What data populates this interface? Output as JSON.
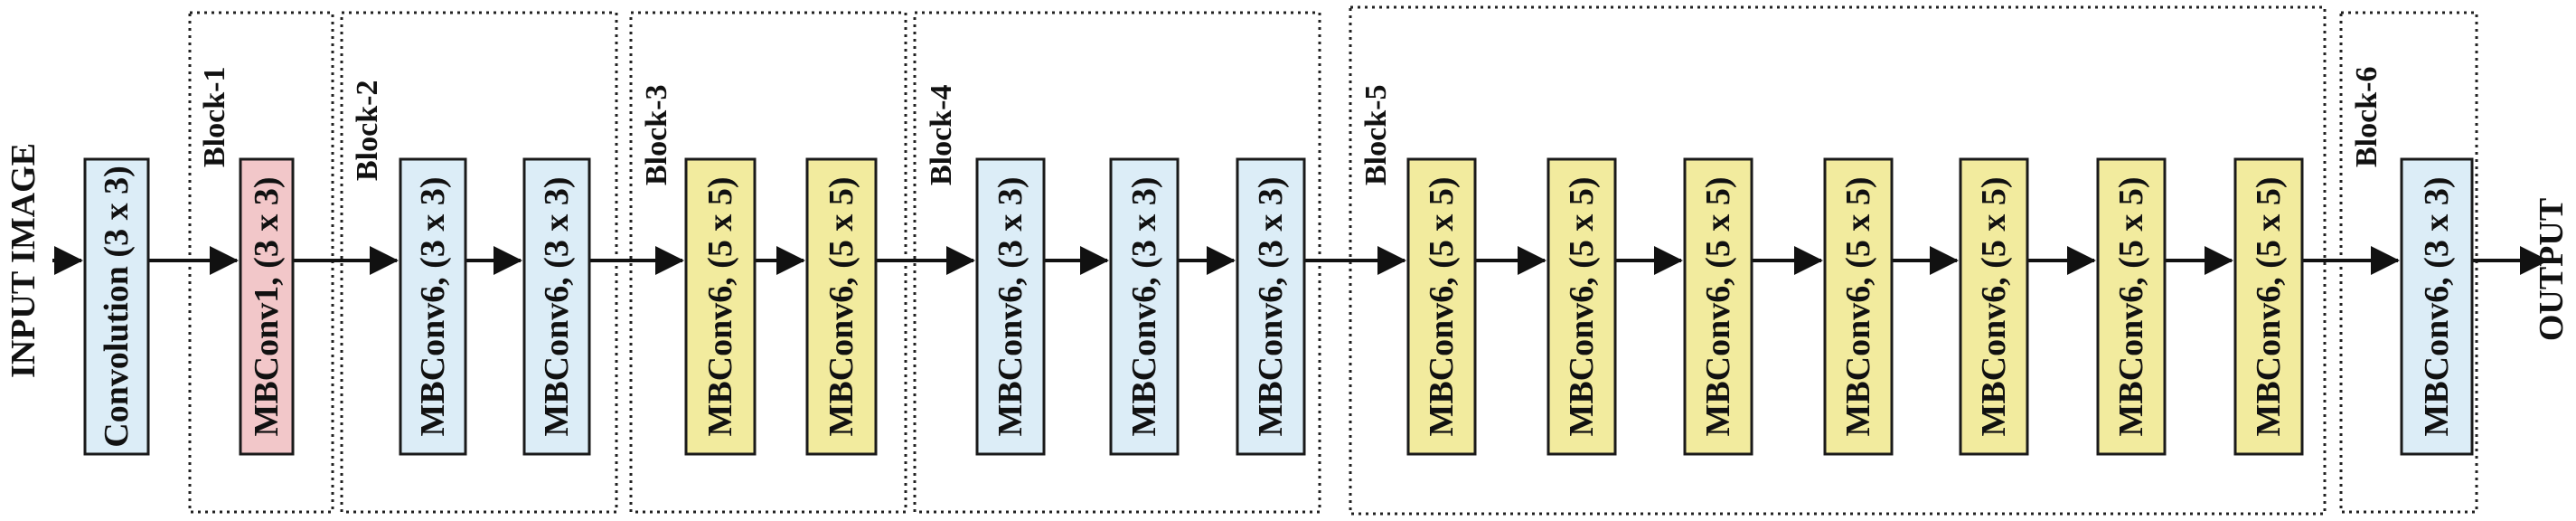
{
  "colors": {
    "blue": "#dcedf7",
    "pink": "#f2c7c9",
    "yellow": "#f2eb9e"
  },
  "input_label": "INPUT IMAGE",
  "output_label": "OUTPUT",
  "layers": [
    {
      "label": "Convolution (3 x 3)",
      "color": "blue"
    },
    {
      "label": "MBConv1, (3 x 3)",
      "color": "pink"
    },
    {
      "label": "MBConv6, (3 x 3)",
      "color": "blue"
    },
    {
      "label": "MBConv6, (3 x 3)",
      "color": "blue"
    },
    {
      "label": "MBConv6, (5 x 5)",
      "color": "yellow"
    },
    {
      "label": "MBConv6, (5 x 5)",
      "color": "yellow"
    },
    {
      "label": "MBConv6, (3 x 3)",
      "color": "blue"
    },
    {
      "label": "MBConv6, (3 x 3)",
      "color": "blue"
    },
    {
      "label": "MBConv6, (3 x 3)",
      "color": "blue"
    },
    {
      "label": "MBConv6, (5 x 5)",
      "color": "yellow"
    },
    {
      "label": "MBConv6, (5 x 5)",
      "color": "yellow"
    },
    {
      "label": "MBConv6, (5 x 5)",
      "color": "yellow"
    },
    {
      "label": "MBConv6, (5 x 5)",
      "color": "yellow"
    },
    {
      "label": "MBConv6, (5 x 5)",
      "color": "yellow"
    },
    {
      "label": "MBConv6, (5 x 5)",
      "color": "yellow"
    },
    {
      "label": "MBConv6, (5 x 5)",
      "color": "yellow"
    },
    {
      "label": "MBConv6, (3 x 3)",
      "color": "blue"
    }
  ],
  "blocks": [
    {
      "label": "Block-1"
    },
    {
      "label": "Block-2"
    },
    {
      "label": "Block-3"
    },
    {
      "label": "Block-4"
    },
    {
      "label": "Block-5"
    },
    {
      "label": "Block-6"
    }
  ]
}
